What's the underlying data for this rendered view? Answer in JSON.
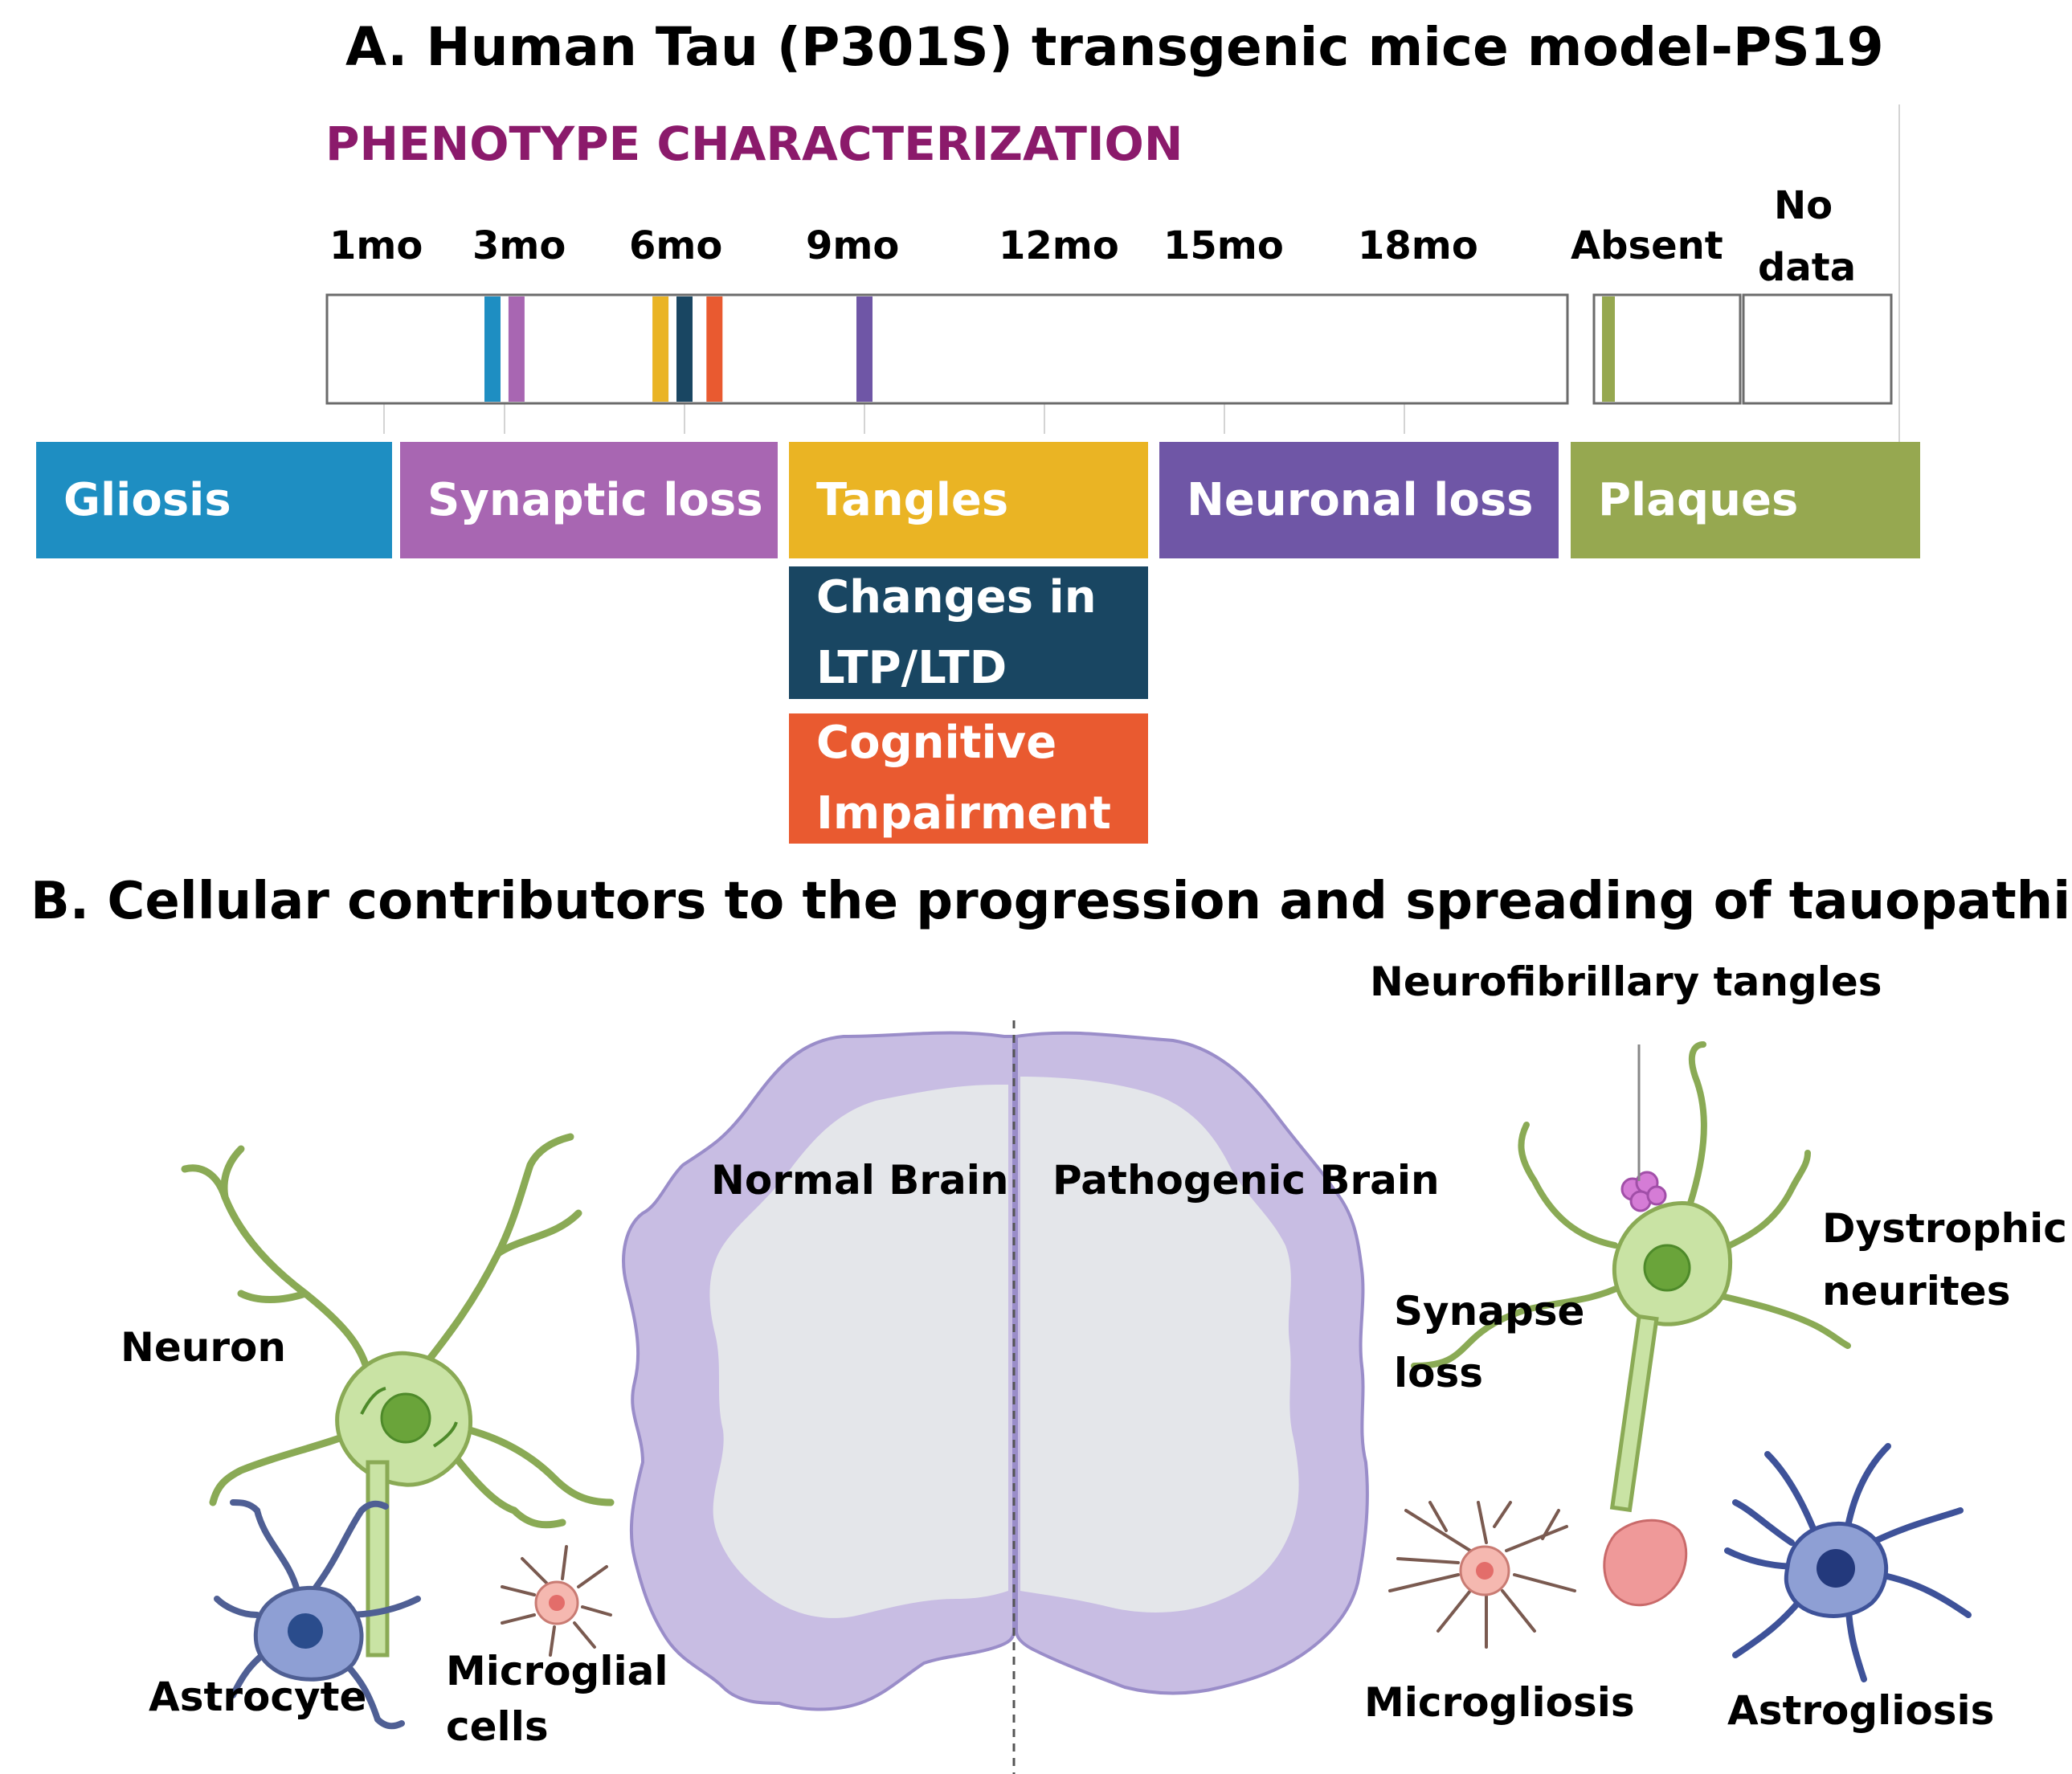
{
  "panel_a": {
    "title": "A. Human Tau (P301S) transgenic mice model-PS19",
    "subtitle": "PHENOTYPE CHARACTERIZATION",
    "ticks": [
      "1mo",
      "3mo",
      "6mo",
      "9mo",
      "12mo",
      "15mo",
      "18mo"
    ],
    "absent_label": "Absent",
    "nodata_label_1": "No",
    "nodata_label_2": "data",
    "timeline_markers": [
      {
        "phenotype": "Gliosis",
        "month": 2.8
      },
      {
        "phenotype": "Synaptic loss",
        "month": 3.2
      },
      {
        "phenotype": "Tangles",
        "month": 5.6
      },
      {
        "phenotype": "Changes in LTP/LTD",
        "month": 6.0
      },
      {
        "phenotype": "Cognitive Impairment",
        "month": 6.5
      },
      {
        "phenotype": "Neuronal loss",
        "month": 9.0
      }
    ],
    "absent_markers": [
      {
        "phenotype": "Plaques"
      }
    ],
    "legend": {
      "gliosis": "Gliosis",
      "synaptic": "Synaptic loss",
      "tangles": "Tangles",
      "ltp_1": "Changes in",
      "ltp_2": "LTP/LTD",
      "cog_1": "Cognitive",
      "cog_2": "Impairment",
      "neuronal": "Neuronal loss",
      "plaques": "Plaques"
    },
    "colors": {
      "gliosis": "#1E8EC2",
      "synaptic": "#A866B2",
      "tangles": "#EAB424",
      "ltp": "#194662",
      "cognitive": "#E95A30",
      "neuronal": "#6F56A6",
      "plaques": "#96A850"
    }
  },
  "panel_b": {
    "title": "B. Cellular contributors to the progression and spreading of tauopathies",
    "neuron": "Neuron",
    "astrocyte": "Astrocyte",
    "microglia_1": "Microglial",
    "microglia_2": "cells",
    "normal_brain": "Normal Brain",
    "pathogenic_brain": "Pathogenic Brain",
    "nft": "Neurofibrillary tangles",
    "dystrophic_1": "Dystrophic",
    "dystrophic_2": "neurites",
    "synapse_1": "Synapse",
    "synapse_2": "loss",
    "microgliosis": "Microgliosis",
    "astrogliosis": "Astrogliosis"
  }
}
